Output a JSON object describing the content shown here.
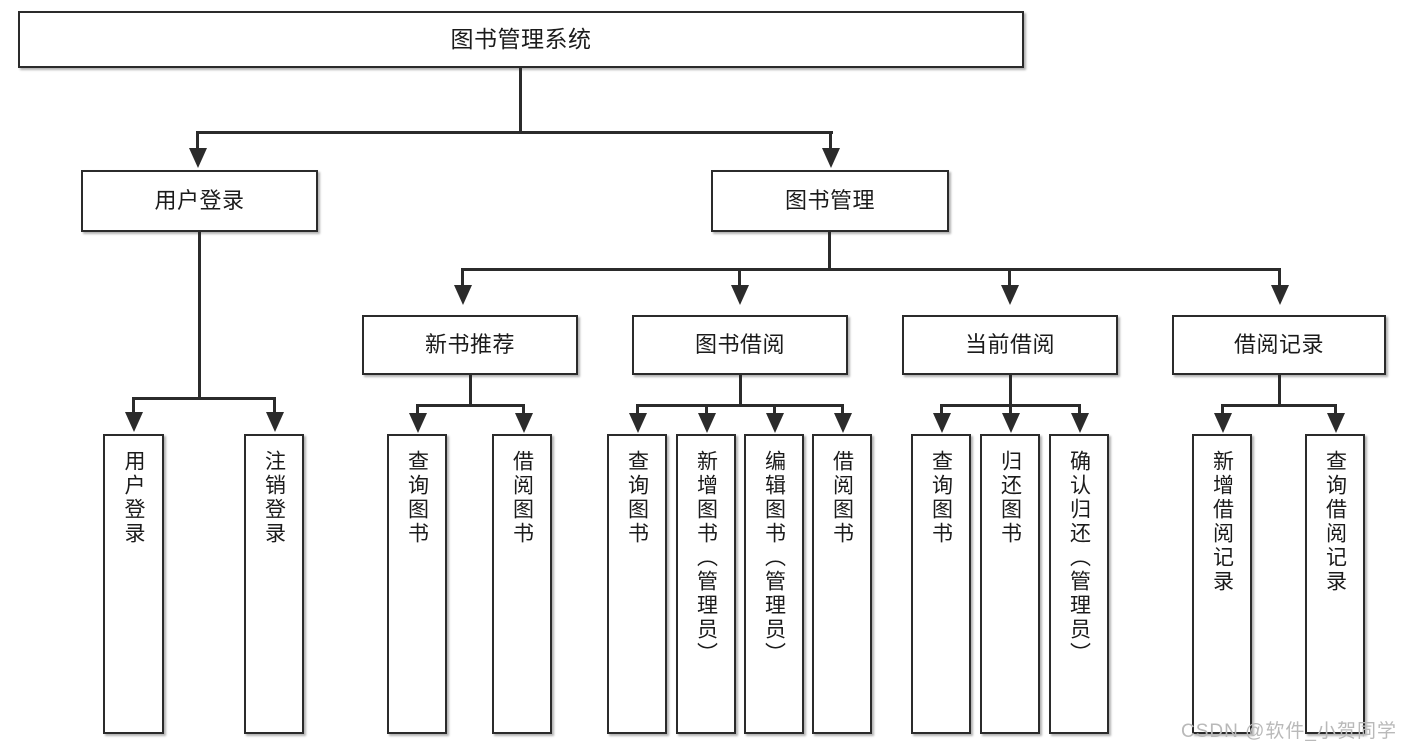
{
  "diagram": {
    "type": "tree-flowchart",
    "title": "图书管理系统",
    "root": {
      "label": "图书管理系统"
    },
    "level2": [
      {
        "label": "用户登录"
      },
      {
        "label": "图书管理"
      }
    ],
    "level3": [
      {
        "label": "新书推荐"
      },
      {
        "label": "图书借阅"
      },
      {
        "label": "当前借阅"
      },
      {
        "label": "借阅记录"
      }
    ],
    "leaves": {
      "user_login": [
        {
          "label": "用户登录"
        },
        {
          "label": "注销登录"
        }
      ],
      "new_book_recommend": [
        {
          "label": "查询图书"
        },
        {
          "label": "借阅图书"
        }
      ],
      "book_borrow": [
        {
          "label": "查询图书"
        },
        {
          "label": "新增图书（管理员）"
        },
        {
          "label": "编辑图书（管理员）"
        },
        {
          "label": "借阅图书"
        }
      ],
      "current_borrow": [
        {
          "label": "查询图书"
        },
        {
          "label": "归还图书"
        },
        {
          "label": "确认归还（管理员）"
        }
      ],
      "borrow_record": [
        {
          "label": "新增借阅记录"
        },
        {
          "label": "查询借阅记录"
        }
      ]
    }
  },
  "watermark": {
    "text": "CSDN @软件_小贺同学"
  },
  "colors": {
    "border": "#2b2b2b",
    "background": "#ffffff",
    "text": "#1b1b1b",
    "watermark": "#b9b9b9"
  }
}
